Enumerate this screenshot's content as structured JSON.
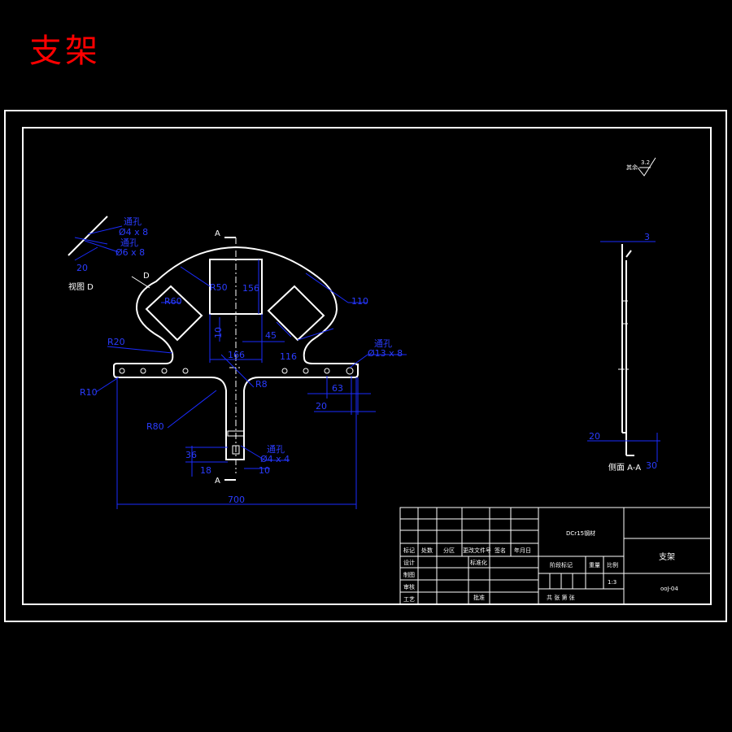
{
  "title": "支架",
  "section_marker": "A",
  "view_d": {
    "arrow_letter": "D",
    "label": "视图 D",
    "hole1": "通孔",
    "hole1_size": "Ø4 x 8",
    "hole2": "通孔",
    "hole2_size": "Ø6 x 8",
    "dim": "20"
  },
  "dims": {
    "r50": "R50",
    "d156": "156",
    "r60": "R60",
    "d110": "110",
    "d10": "10",
    "d45": "45",
    "d166": "166",
    "d116": "116",
    "r20": "R20",
    "r10": "R10",
    "r80": "R80",
    "r8": "R8",
    "hole3": "通孔",
    "hole3_size": "Ø13 x 8",
    "d63": "63",
    "d20": "20",
    "d36": "36",
    "d18": "18",
    "hole4": "通孔",
    "hole4_size": "Ø4 x 4",
    "d10b": "10",
    "d700": "700"
  },
  "side_view": {
    "d3": "3",
    "d20": "20",
    "d30": "30",
    "label": "侧面 A-A",
    "roughness_label": "其余",
    "roughness_value": "3.2"
  },
  "title_block": {
    "material": "DCr15钢材",
    "part_name": "支架",
    "drawing_no": "ooJ-04",
    "row_labels": [
      "标记",
      "处数",
      "分区",
      "更改文件号",
      "签名",
      "年月日"
    ],
    "design": "设计",
    "standardize": "标准化",
    "draw": "制图",
    "review": "审核",
    "process": "工艺",
    "approve": "批准",
    "stage_mark": "阶段标记",
    "weight": "重量",
    "scale_label": "比例",
    "scale_value": "1:3",
    "sheets": "共 张 第 张"
  }
}
